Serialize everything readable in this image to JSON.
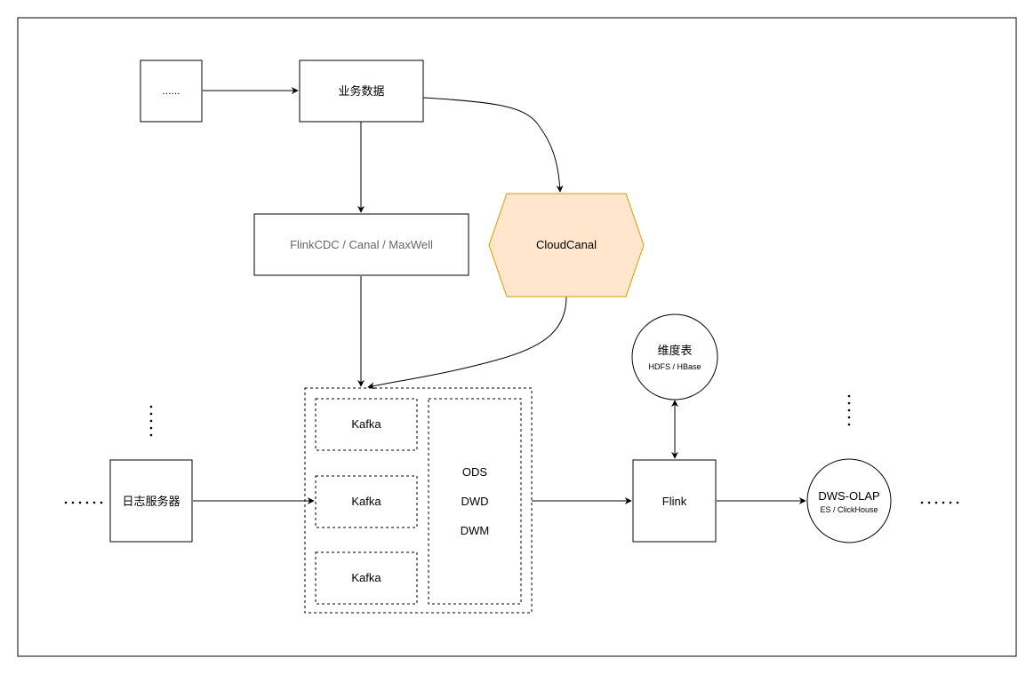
{
  "nodes": {
    "ellipsis_source": "......",
    "business_data": "业务数据",
    "cdc_tools": "FlinkCDC / Canal / MaxWell",
    "cloudcanal": "CloudCanal",
    "dimension_table_title": "维度表",
    "dimension_table_sub": "HDFS / HBase",
    "log_server": "日志服务器",
    "kafka_1": "Kafka",
    "kafka_2": "Kafka",
    "kafka_3": "Kafka",
    "layer_ods": "ODS",
    "layer_dwd": "DWD",
    "layer_dwm": "DWM",
    "flink": "Flink",
    "dws_olap_title": "DWS-OLAP",
    "dws_olap_sub": "ES / ClickHouse"
  },
  "colors": {
    "cloudcanal_fill": "#ffe6cc",
    "cloudcanal_stroke": "#d79b00",
    "cdc_text": "#666666",
    "stroke": "#000000"
  }
}
